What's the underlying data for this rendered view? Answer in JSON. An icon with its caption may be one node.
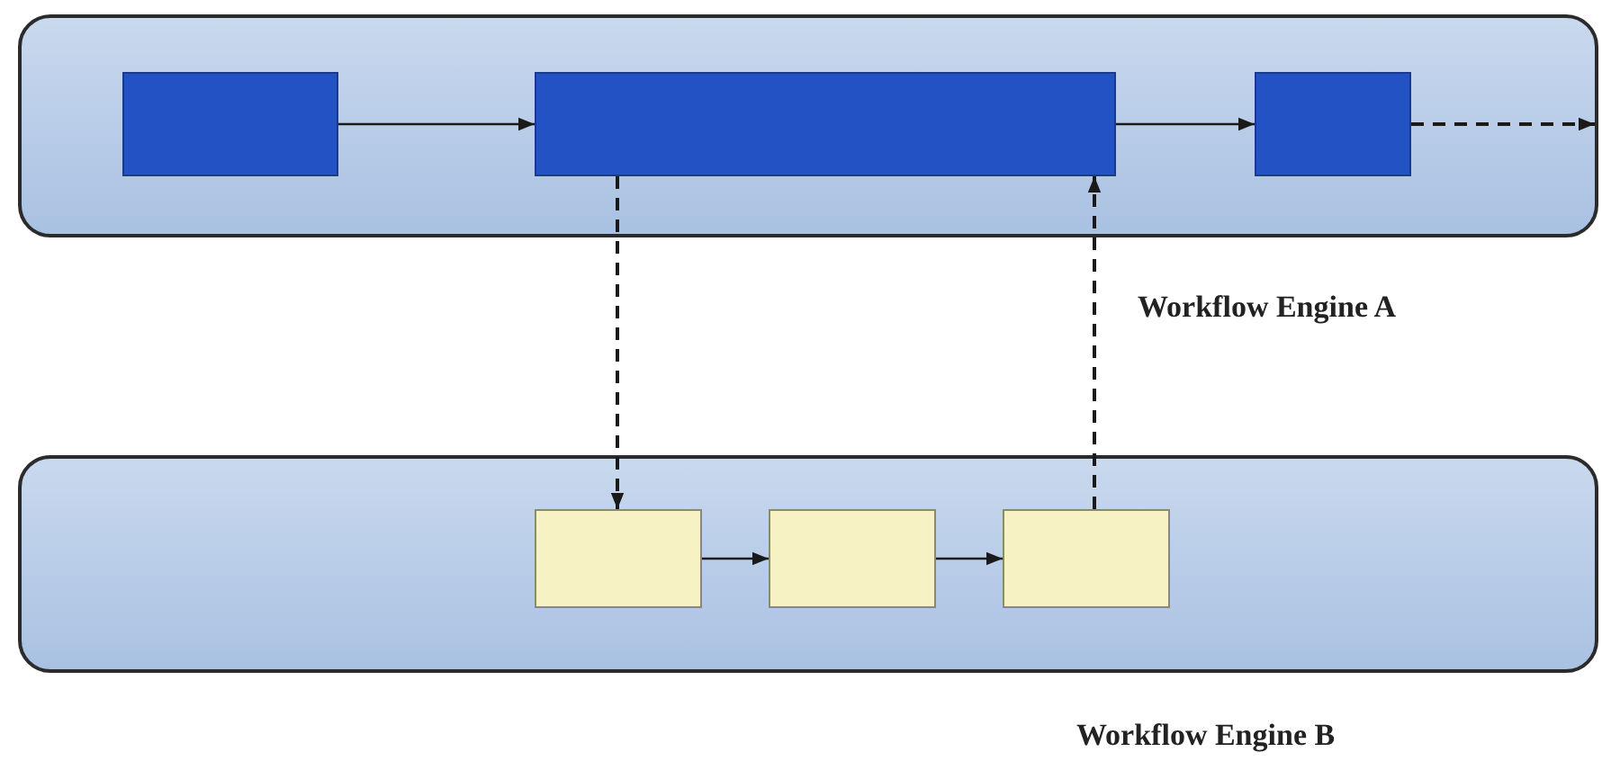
{
  "diagram": {
    "nodes": [
      {
        "text": [
          "Workflow Engine A"
        ]
      },
      {
        "text": [],
        "shape": "box",
        "in": 0
      },
      {
        "text": [],
        "shape": "box",
        "in": 0
      },
      {
        "text": [],
        "shape": "box",
        "in": 0
      },
      {
        "text": [
          "Workflow Engine B"
        ]
      },
      {
        "text": [],
        "shape": "box",
        "in": 4
      },
      {
        "text": [],
        "shape": "box",
        "in": 4
      },
      {
        "text": [],
        "shape": "box",
        "in": 4
      }
    ],
    "edges": [
      {
        "from": 1,
        "to": 2,
        "arrow": "to"
      },
      {
        "from": 2,
        "to": 3,
        "arrow": "to"
      },
      {
        "from": 3,
        "to": null,
        "arrow": "to",
        "style": "dashed"
      },
      {
        "from": 2,
        "to": 5,
        "arrow": "to",
        "style": "dashed"
      },
      {
        "from": 5,
        "to": 6,
        "arrow": "to"
      },
      {
        "from": 6,
        "to": 7,
        "arrow": "to"
      },
      {
        "from": 7,
        "to": 2,
        "arrow": "to",
        "style": "dashed"
      }
    ]
  }
}
